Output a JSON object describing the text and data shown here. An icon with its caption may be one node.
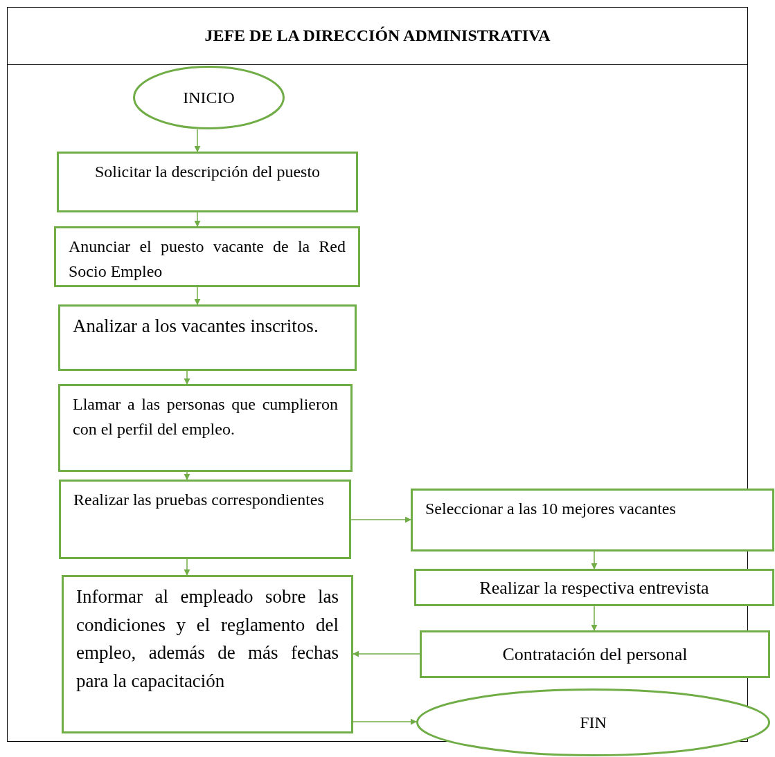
{
  "diagram": {
    "title": "JEFE DE LA DIRECCIÓN ADMINISTRATIVA",
    "nodes": [
      {
        "text": [
          "INICIO"
        ]
      },
      {
        "text": [
          "Solicitar la descripción del puesto"
        ]
      },
      {
        "text": [
          "Anunciar el puesto vacante de la Red Socio Empleo"
        ]
      },
      {
        "text": [
          "Analizar a los vacantes inscritos."
        ]
      },
      {
        "text": [
          "Llamar a las personas que cumplieron con el perfil del empleo."
        ]
      },
      {
        "text": [
          "Realizar las pruebas correspondientes"
        ]
      },
      {
        "text": [
          "Informar al empleado sobre las condiciones y el reglamento del empleo, además de más fechas para la capacitación"
        ]
      },
      {
        "text": [
          "Seleccionar a las 10 mejores vacantes"
        ]
      },
      {
        "text": [
          "Realizar la respectiva entrevista"
        ]
      },
      {
        "text": [
          "Contratación del personal"
        ]
      },
      {
        "text": [
          "FIN"
        ]
      }
    ],
    "edges": [
      {
        "from": 0,
        "to": 1,
        "arrow": "to"
      },
      {
        "from": 1,
        "to": 2,
        "arrow": "to"
      },
      {
        "from": 2,
        "to": 3,
        "arrow": "to"
      },
      {
        "from": 3,
        "to": 4,
        "arrow": "to"
      },
      {
        "from": 4,
        "to": 5,
        "arrow": "to"
      },
      {
        "from": 5,
        "to": 6,
        "arrow": "to"
      },
      {
        "from": 5,
        "to": 7,
        "arrow": "to"
      },
      {
        "from": 7,
        "to": 8,
        "arrow": "to"
      },
      {
        "from": 8,
        "to": 9,
        "arrow": "to"
      },
      {
        "from": 9,
        "to": 6,
        "arrow": "to"
      },
      {
        "from": 6,
        "to": 10,
        "arrow": "to"
      }
    ]
  }
}
